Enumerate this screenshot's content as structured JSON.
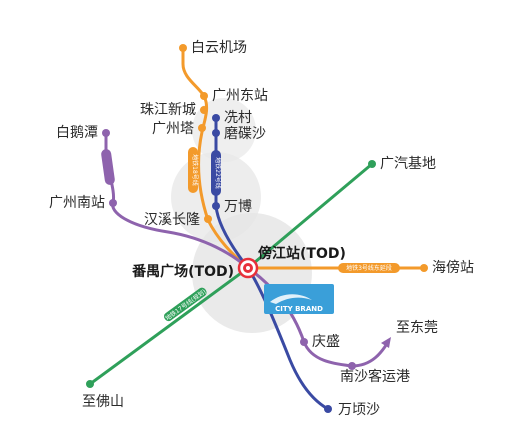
{
  "stations": {
    "baiyun_airport": "白云机场",
    "guangzhou_east": "广州东站",
    "zhujiang_newtown": "珠江新城",
    "guangzhou_tower": "广州塔",
    "xiancun": "冼村",
    "modiesha": "磨碟沙",
    "baietan": "白鹅潭",
    "guangzhou_south": "广州南站",
    "hanxi_changlong": "汉溪长隆",
    "wanbo": "万博",
    "panyu_square": "番禺广场(TOD)",
    "pangjiang": "傍江站(TOD)",
    "guangqi_base": "广汽基地",
    "haipang": "海傍站",
    "qingsheng": "庆盛",
    "nansha_port": "南沙客运港",
    "to_dongguan": "至东莞",
    "to_foshan": "至佛山",
    "wanqingsha": "万顷沙"
  },
  "line_tags": {
    "line18": "地铁18号线",
    "line22": "地铁22号线",
    "line3_east": "地铁3号线东延段",
    "line17": "地铁17号线(规划)"
  },
  "logo": {
    "text": "CITY BRAND"
  },
  "colors": {
    "orange": "#f39a2b",
    "purple": "#8e63ad",
    "navy": "#3a4aa3",
    "green": "#2fa05a",
    "circle": "#e3e3e3",
    "hub": "#e8303a",
    "logo": "#3a9fd9"
  }
}
